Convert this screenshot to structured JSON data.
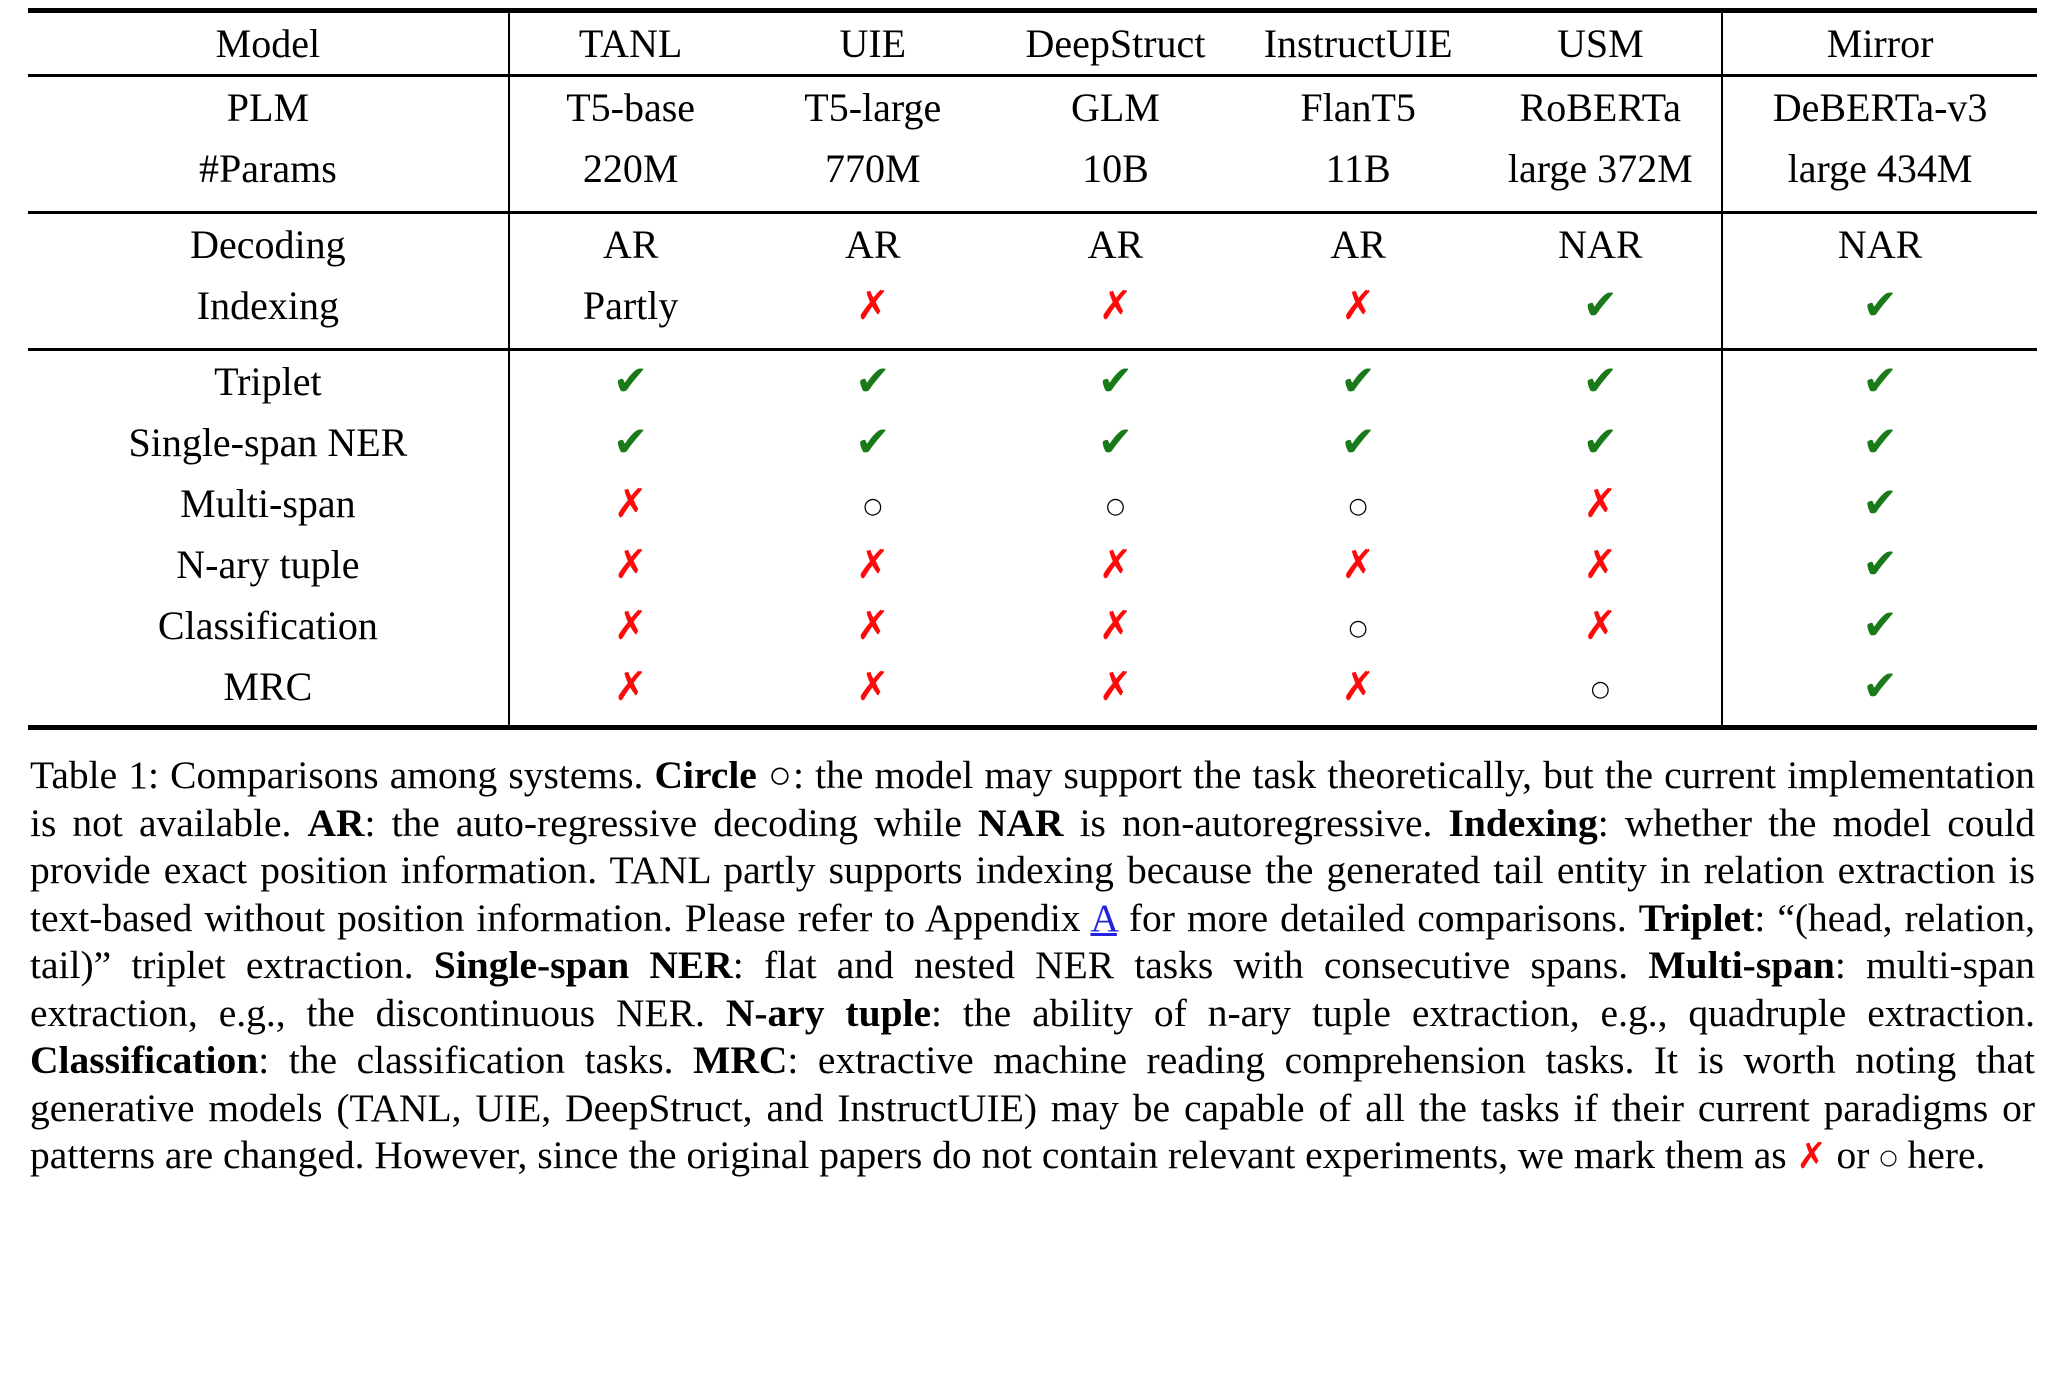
{
  "table": {
    "row_label_header": "Model",
    "columns": [
      "TANL",
      "UIE",
      "DeepStruct",
      "InstructUIE",
      "USM",
      "Mirror"
    ],
    "section_meta": {
      "rows": [
        {
          "label": "PLM",
          "values": [
            "T5-base",
            "T5-large",
            "GLM",
            "FlanT5",
            "RoBERTa",
            "DeBERTa-v3"
          ]
        },
        {
          "label": "#Params",
          "values": [
            "220M",
            "770M",
            "10B",
            "11B",
            "large 372M",
            "large 434M"
          ]
        }
      ]
    },
    "section_decode": {
      "rows": [
        {
          "label": "Decoding",
          "values": [
            "AR",
            "AR",
            "AR",
            "AR",
            "NAR",
            "NAR"
          ]
        },
        {
          "label": "Indexing",
          "values": [
            "Partly",
            "cross",
            "cross",
            "cross",
            "check",
            "check"
          ]
        }
      ]
    },
    "section_tasks": {
      "rows": [
        {
          "label": "Triplet",
          "values": [
            "check",
            "check",
            "check",
            "check",
            "check",
            "check"
          ]
        },
        {
          "label": "Single-span NER",
          "values": [
            "check",
            "check",
            "check",
            "check",
            "check",
            "check"
          ]
        },
        {
          "label": "Multi-span",
          "values": [
            "cross",
            "circle",
            "circle",
            "circle",
            "cross",
            "check"
          ]
        },
        {
          "label": "N-ary tuple",
          "values": [
            "cross",
            "cross",
            "cross",
            "cross",
            "cross",
            "check"
          ]
        },
        {
          "label": "Classification",
          "values": [
            "cross",
            "cross",
            "cross",
            "circle",
            "cross",
            "check"
          ]
        },
        {
          "label": "MRC",
          "values": [
            "cross",
            "cross",
            "cross",
            "cross",
            "circle",
            "check"
          ]
        }
      ]
    }
  },
  "symbols": {
    "check": "✔",
    "cross": "✗",
    "circle": "○"
  },
  "colors": {
    "check_green": "#1a7a1a",
    "cross_red": "#ff0a0a",
    "link_blue": "#2222dd",
    "rule_black": "#000000"
  },
  "caption": {
    "label": "Table 1:",
    "s1": " Comparisons among systems. ",
    "b_circle": "Circle",
    "s2": " ○: the model may support the task theoretically, but the current implementation is not available. ",
    "b_ar": "AR",
    "s3": ": the auto-regressive decoding while ",
    "b_nar": "NAR",
    "s4": " is non-autoregressive. ",
    "b_indexing": "Indexing",
    "s5": ": whether the model could provide exact position information. TANL partly supports indexing because the generated tail entity in relation extraction is text-based without position information. Please refer to Appendix ",
    "link_a": "A",
    "s6": " for more detailed comparisons. ",
    "b_triplet": "Triplet",
    "s7": ": “(head, relation, tail)” triplet extraction. ",
    "b_single": "Single-span NER",
    "s8": ": flat and nested NER tasks with consecutive spans. ",
    "b_multi": "Multi-span",
    "s9": ": multi-span extraction, e.g., the discontinuous NER. ",
    "b_nary": "N-ary tuple",
    "s10": ": the ability of n-ary tuple extraction, e.g., quadruple extraction. ",
    "b_class": "Classification",
    "s11": ": the classification tasks. ",
    "b_mrc": "MRC",
    "s12": ": extractive machine reading comprehension tasks. It is worth noting that generative models (TANL, UIE, DeepStruct, and InstructUIE) may be capable of all the tasks if their current paradigms or patterns are changed. However, since the original papers do not contain relevant experiments, we mark them as ",
    "mark_cross": "✗",
    "s13": " or ",
    "mark_circle": "○",
    "s14": " here."
  }
}
